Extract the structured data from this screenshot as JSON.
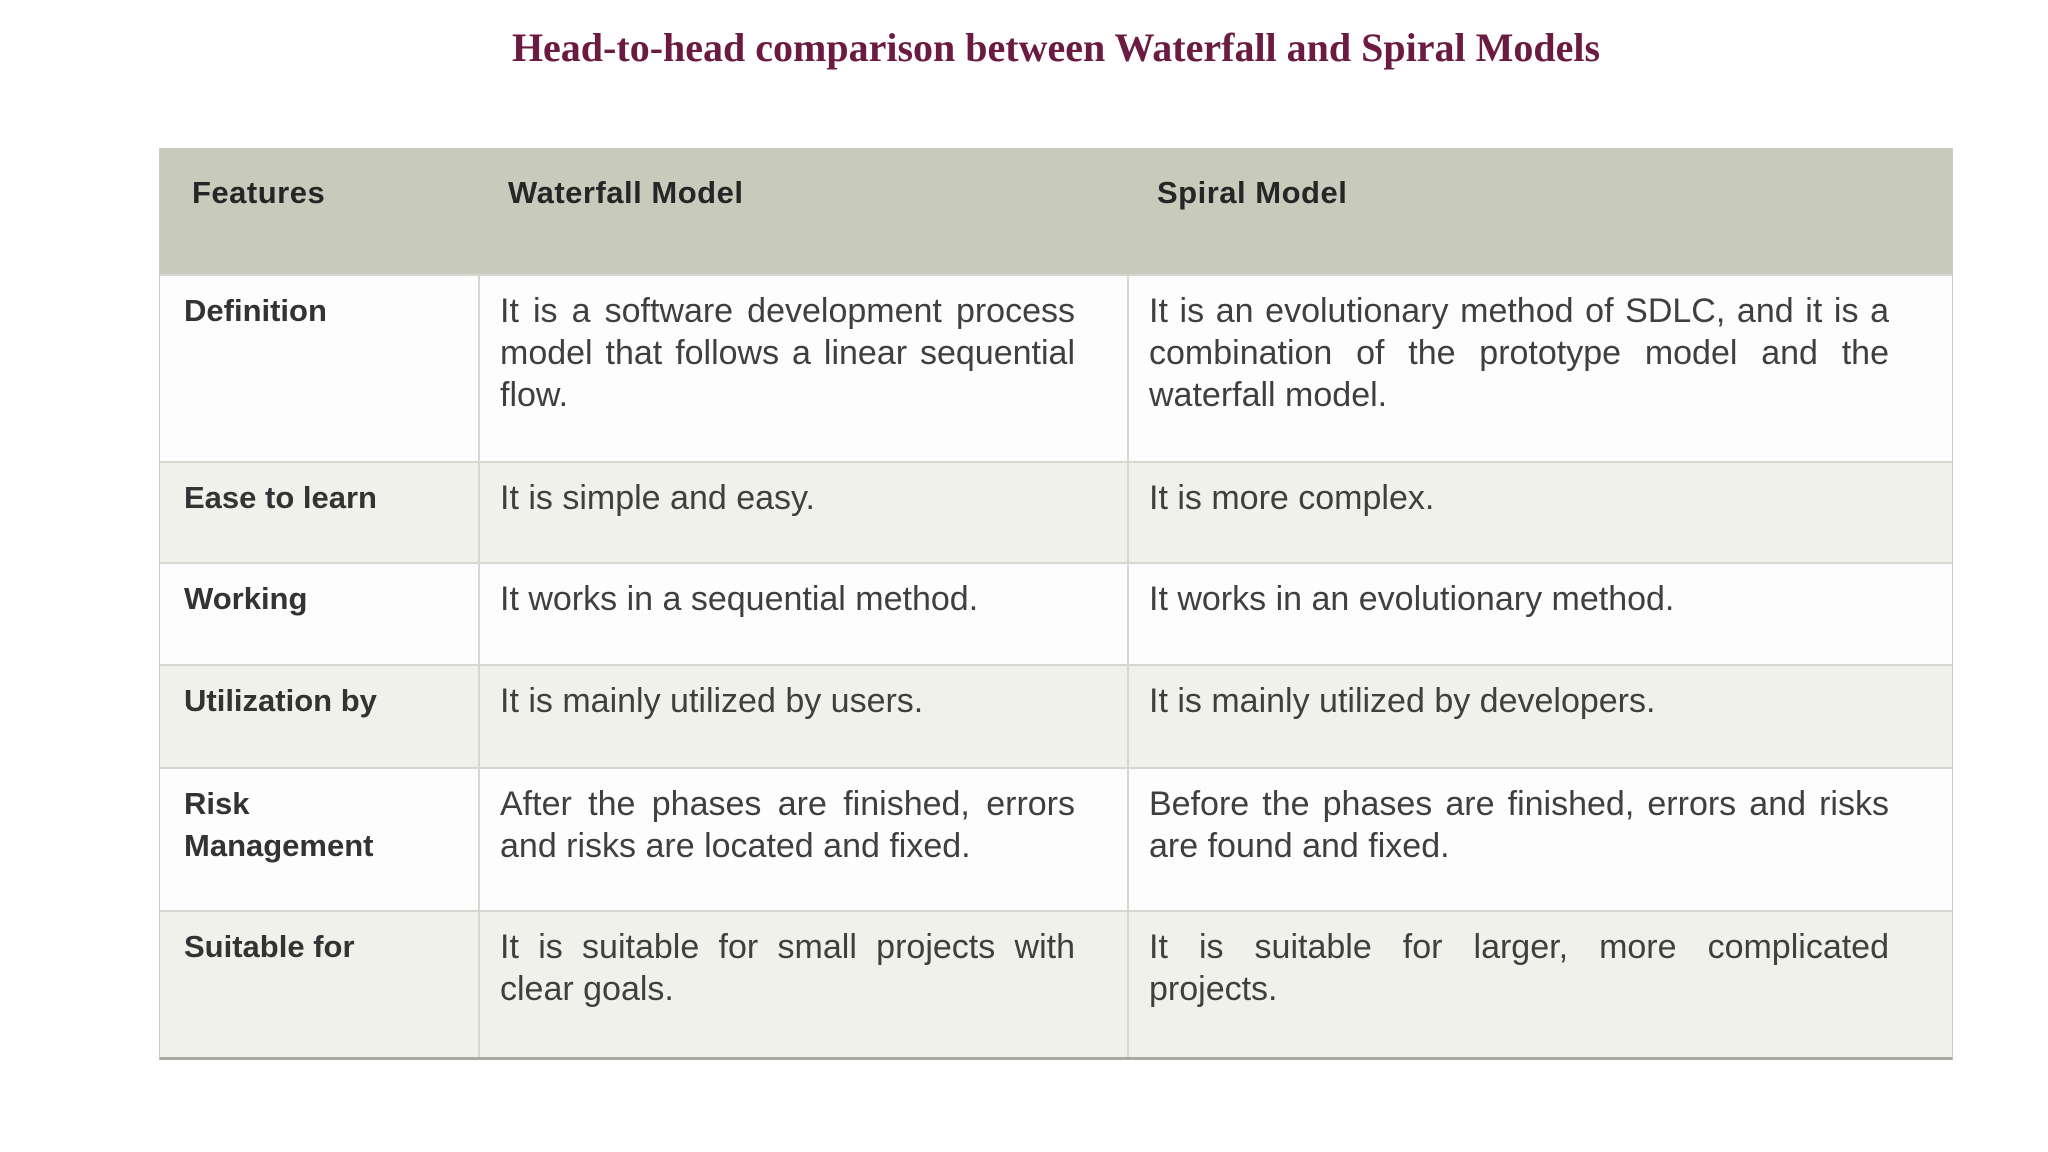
{
  "title": "Head-to-head comparison between Waterfall and Spiral Models",
  "colors": {
    "page_bg": "#ffffff",
    "title_text": "#6b1b41",
    "header_bg": "#c8cbbc",
    "header_text": "#262626",
    "row_white_bg": "#fdfdfd",
    "row_tint_bg": "#f0f1ea",
    "cell_text": "#3f3f3f",
    "label_text": "#333333",
    "grid_border": "#d6d7d0",
    "outer_border": "#c9cac2",
    "bottom_border": "#a8a9a1"
  },
  "table": {
    "headers": [
      {
        "label": "Features"
      },
      {
        "label": "Waterfall Model"
      },
      {
        "label": "Spiral Model"
      }
    ],
    "rows": [
      {
        "feature": "Definition",
        "waterfall": "It is a software development process model that follows a linear sequential flow.",
        "spiral": "It is an evolutionary method of SDLC, and it is a combination of the prototype model and the waterfall model."
      },
      {
        "feature": "Ease to learn",
        "waterfall": "It is simple and easy.",
        "spiral": "It is more complex."
      },
      {
        "feature": "Working",
        "waterfall": "It works in a sequential method.",
        "spiral": "It works in an evolutionary method."
      },
      {
        "feature": "Utilization by",
        "waterfall": "It is mainly utilized by users.",
        "spiral": "It is mainly utilized by developers."
      },
      {
        "feature": "Risk Management",
        "waterfall": "After the phases are finished, errors and risks are located and fixed.",
        "spiral": "Before the phases are finished, errors and risks are found and fixed."
      },
      {
        "feature": "Suitable for",
        "waterfall": "It is suitable for small projects with clear goals.",
        "spiral": "It is suitable for larger, more complicated projects."
      }
    ]
  }
}
